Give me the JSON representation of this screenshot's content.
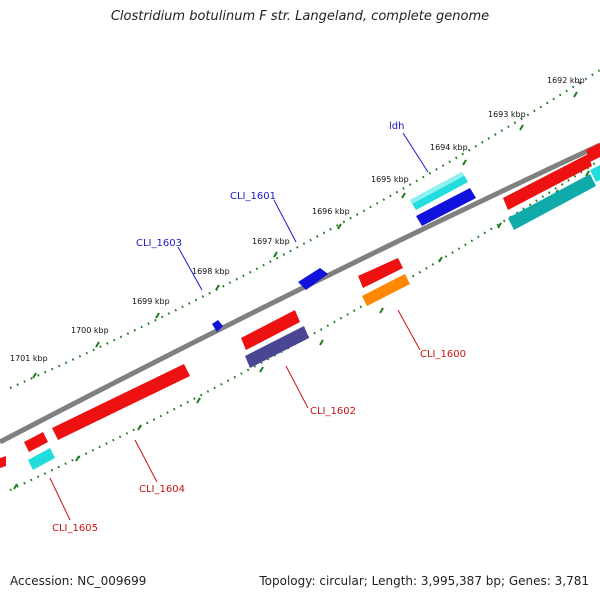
{
  "title": "Clostridium botulinum F str. Langeland, complete genome",
  "footer": {
    "accession": "Accession: NC_009699",
    "stats": "Topology: circular; Length: 3,995,387 bp; Genes: 3,781"
  },
  "colors": {
    "backbone": "#808080",
    "tick": "#1e7a1e",
    "gene_red": "#ee1111",
    "gene_cyan": "#22dddd",
    "gene_teal": "#11aaaa",
    "gene_blue": "#1111dd",
    "gene_orange": "#ff8800",
    "gene_slate": "#4b4694"
  },
  "kbp_labels": [
    "1692 kbp",
    "1693 kbp",
    "1694 kbp",
    "1695 kbp",
    "1696 kbp",
    "1697 kbp",
    "1698 kbp",
    "1699 kbp",
    "1700 kbp",
    "1701 kbp"
  ],
  "gene_labels": [
    {
      "text": "ldh",
      "color": "blue"
    },
    {
      "text": "CLI_1601",
      "color": "blue"
    },
    {
      "text": "CLI_1603",
      "color": "blue"
    },
    {
      "text": "CLI_1600",
      "color": "red"
    },
    {
      "text": "CLI_1602",
      "color": "red"
    },
    {
      "text": "CLI_1604",
      "color": "red"
    },
    {
      "text": "CLI_1605",
      "color": "red"
    }
  ]
}
